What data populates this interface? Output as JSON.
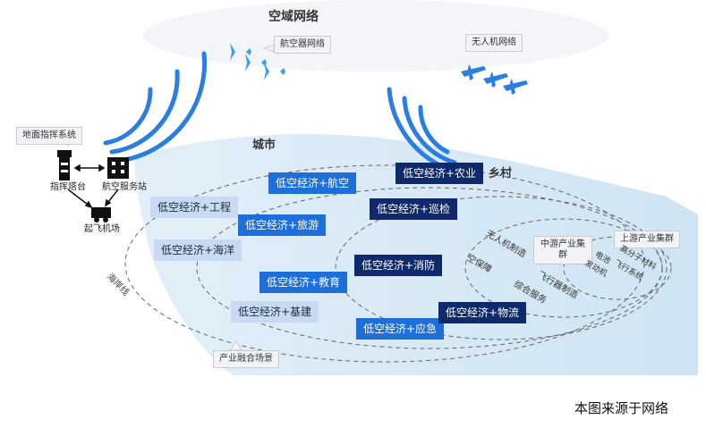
{
  "title_airspace": "空域网络",
  "callouts": {
    "aircraft_network": "航空器网络",
    "drone_network": "无人机网络",
    "ground_command": "地面指挥系统",
    "upstream_cluster": "上游产业集群",
    "midstream_cluster": "中游产业集群",
    "industry_scene": "产业融合场景"
  },
  "ground": {
    "tower": "指挥塔台",
    "station": "航空服务站",
    "airport": "起飞机场"
  },
  "zones": {
    "city": "城市",
    "rural": "乡村",
    "coastline": "海岸线"
  },
  "tiles": {
    "engineering": "低空经济+工程",
    "marine": "低空经济+海洋",
    "aviation": "低空经济+航空",
    "tourism": "低空经济+旅游",
    "education": "低空经济+教育",
    "infrastructure": "低空经济+基建",
    "agriculture": "低空经济+农业",
    "inspection": "低空经济+巡检",
    "firefighting": "低空经济+消防",
    "emergency": "低空经济+应急",
    "logistics": "低空经济+物流"
  },
  "midstream_items": [
    "无人机制造",
    "空保障",
    "飞行器制造",
    "综合服务"
  ],
  "upstream_items": [
    "电池",
    "发动机",
    "高分子材料",
    "飞行系统"
  ],
  "source_note": "本图来源于网络",
  "colors": {
    "light_tile": "#c9d9f2",
    "mid_tile": "#1e6fd9",
    "dark_tile": "#0f2a6b",
    "land": "#d5e8f5",
    "wave": "#2a7de1"
  }
}
